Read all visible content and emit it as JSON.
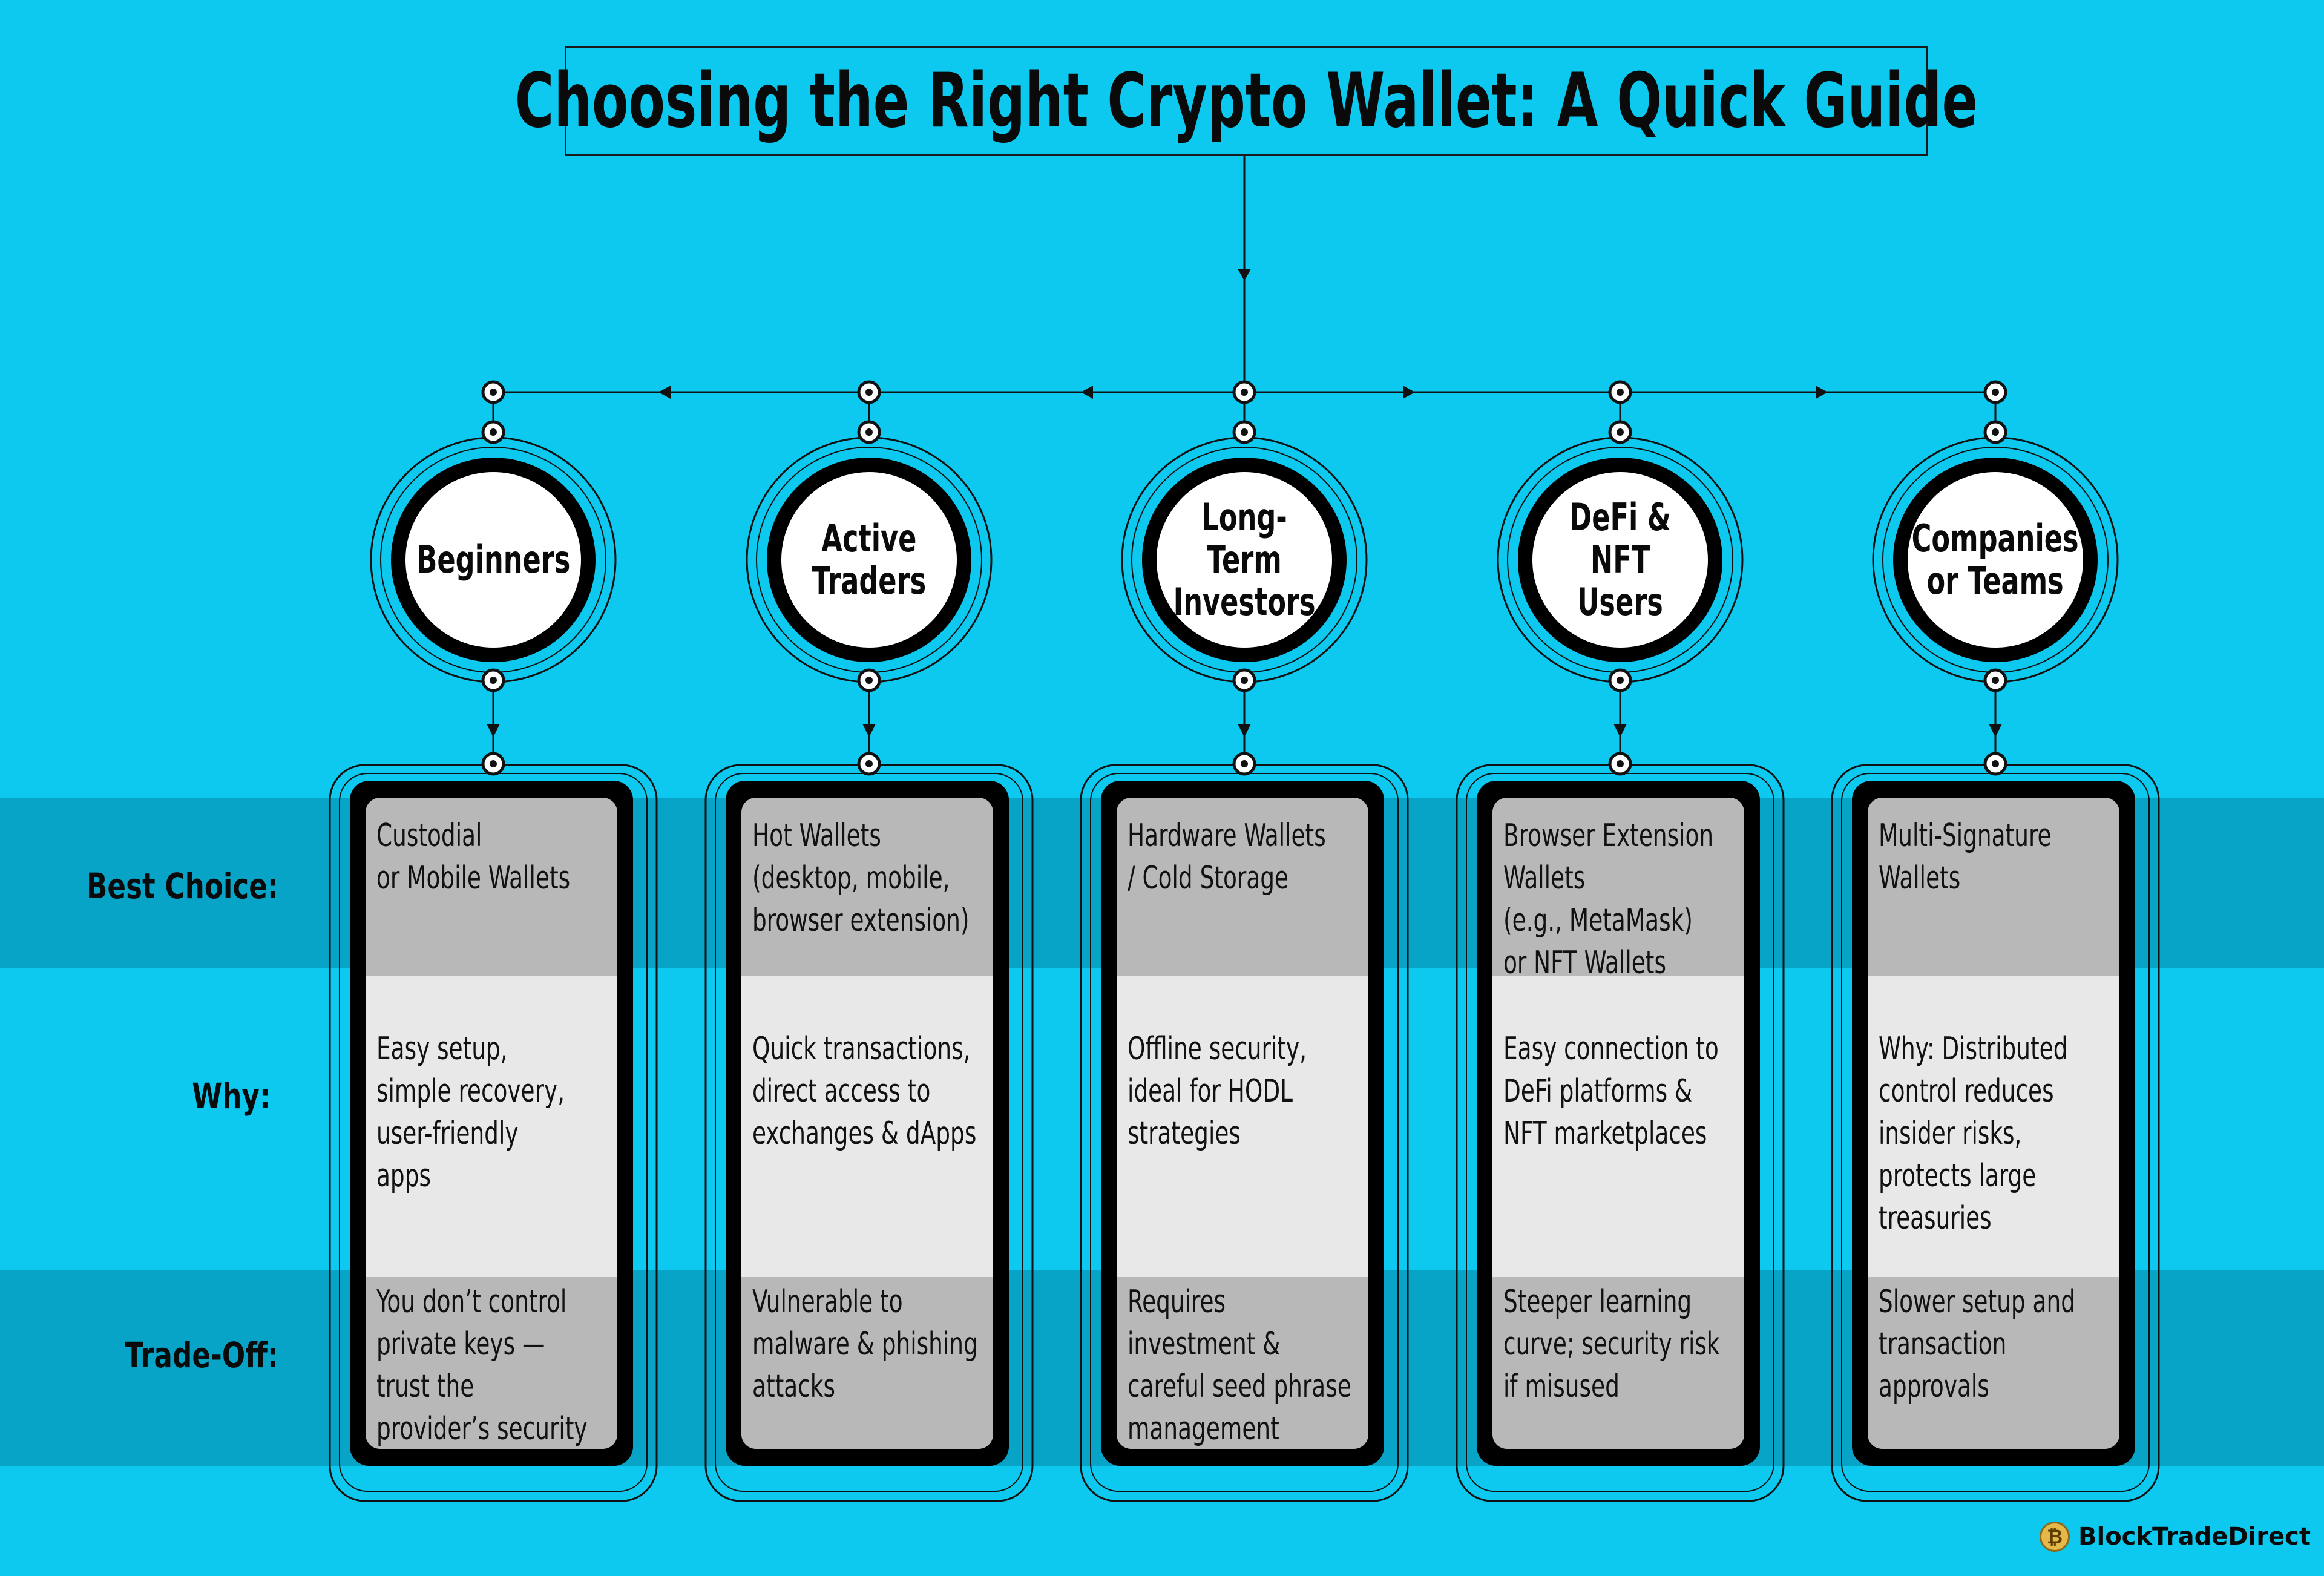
{
  "title": "Choosing the Right Crypto Wallet: A Quick Guide",
  "row_labels": {
    "best_choice": "Best Choice:",
    "why": "Why:",
    "trade_off": "Trade-Off:"
  },
  "columns": [
    {
      "node": "Beginners",
      "best_choice": "Custodial\nor Mobile Wallets",
      "why": "Easy setup,\nsimple recovery,\nuser-friendly\napps",
      "trade_off": "You don’t control\nprivate keys —\ntrust the\nprovider’s security"
    },
    {
      "node": "Active\nTraders",
      "best_choice": "Hot Wallets\n(desktop, mobile,\nbrowser extension)",
      "why": "Quick transactions,\ndirect access to\nexchanges & dApps",
      "trade_off": "Vulnerable to\nmalware & phishing\nattacks"
    },
    {
      "node": "Long-Term\nInvestors",
      "best_choice": "Hardware Wallets\n/ Cold Storage",
      "why": "Offline security,\nideal for HODL\nstrategies",
      "trade_off": "Requires\ninvestment &\ncareful seed phrase\n management"
    },
    {
      "node": "DeFi & NFT\nUsers",
      "best_choice": "Browser Extension\nWallets\n(e.g., MetaMask)\nor NFT Wallets",
      "why": "Easy connection to\nDeFi platforms &\nNFT marketplaces",
      "trade_off": "Steeper learning\ncurve; security risk\nif misused"
    },
    {
      "node": "Companies\nor Teams",
      "best_choice": "Multi-Signature\nWallets",
      "why": "Why: Distributed\ncontrol reduces\ninsider risks,\nprotects large\ntreasuries",
      "trade_off": "Slower setup and\ntransaction\napprovals"
    }
  ],
  "brand": {
    "name": "BlockTradeDirect"
  },
  "colors": {
    "background": "#0dc8ef",
    "band": "#08a4c8",
    "card_outline": "#000000",
    "cell_dark": "#b8b8b8",
    "cell_light": "#e8e8e8"
  }
}
